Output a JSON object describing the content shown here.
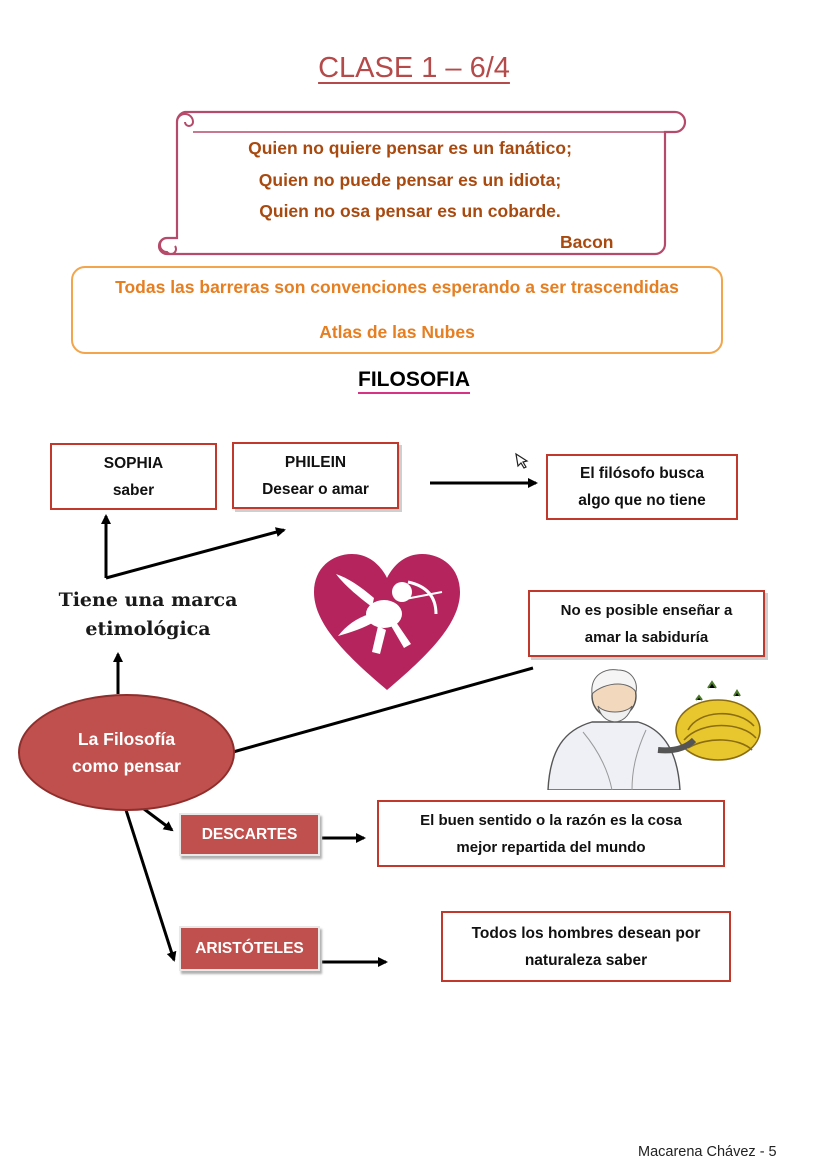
{
  "page_title": "CLASE 1 – 6/4",
  "quote": {
    "lines": [
      "Quien no quiere pensar es un fanático;",
      "Quien no puede pensar es un idiota;",
      "Quien no osa pensar es un cobarde."
    ],
    "author": "Bacon"
  },
  "orange_quote": {
    "text": "Todas las barreras son convenciones esperando a ser trascendidas",
    "source": "Atlas de las Nubes"
  },
  "section_heading": "FILOSOFIA",
  "diagram": {
    "sophia": {
      "title": "SOPHIA",
      "meaning": "saber"
    },
    "philein": {
      "title": "PHILEIN",
      "meaning": "Desear o amar"
    },
    "busca": [
      "El filósofo busca",
      "algo que no tiene"
    ],
    "marca": [
      "Tiene una marca",
      "etimológica"
    ],
    "no_es_posible": [
      "No es posible enseñar a",
      "amar la sabiduría"
    ],
    "center": [
      "La Filosofía",
      "como pensar"
    ],
    "descartes": {
      "label": "DESCARTES",
      "quote": [
        "El buen sentido o la razón es la cosa",
        "mejor repartida del mundo"
      ]
    },
    "aristoteles": {
      "label": "ARISTÓTELES",
      "quote": [
        "Todos los hombres desean por",
        "naturaleza saber"
      ]
    }
  },
  "footer": "Macarena Chávez - 5",
  "colors": {
    "title": "#b54a4a",
    "quote_text": "#a84a10",
    "orange": "#e67e22",
    "box_border": "#c0392b",
    "oval": "#c0504d",
    "heart": "#b5245c"
  },
  "icons": [
    "scroll-banner",
    "heart-cupid-image",
    "philosopher-image",
    "cursor-icon"
  ]
}
